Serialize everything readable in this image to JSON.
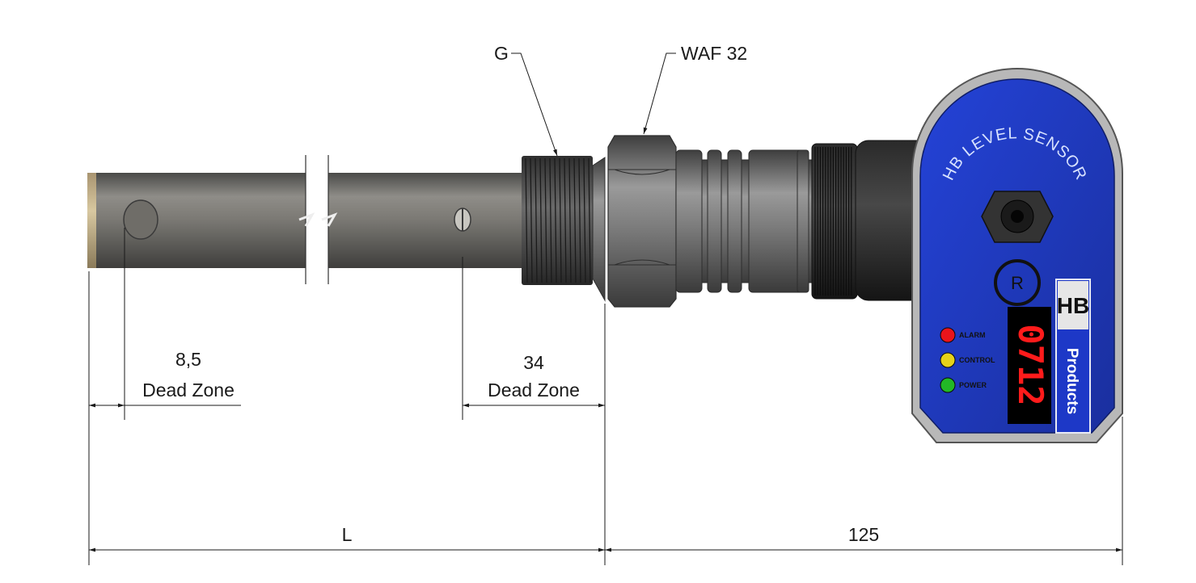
{
  "callouts": {
    "thread": "G",
    "wrench": "WAF 32"
  },
  "dimensions": {
    "left_dead_zone_value": "8,5",
    "left_dead_zone_label": "Dead Zone",
    "right_dead_zone_value": "34",
    "right_dead_zone_label": "Dead Zone",
    "length": "L",
    "head_length": "125"
  },
  "sensor_head": {
    "ring_label": "HB LEVEL SENSOR",
    "registered_mark": "R",
    "brand": "HB",
    "brand_sub": "Products",
    "display_value": "0712",
    "leds": [
      {
        "label": "ALARM",
        "color": "#e8141b"
      },
      {
        "label": "CONTROL",
        "color": "#e6d21a"
      },
      {
        "label": "POWER",
        "color": "#22b826"
      }
    ],
    "housing_color": "#1d38c7"
  }
}
